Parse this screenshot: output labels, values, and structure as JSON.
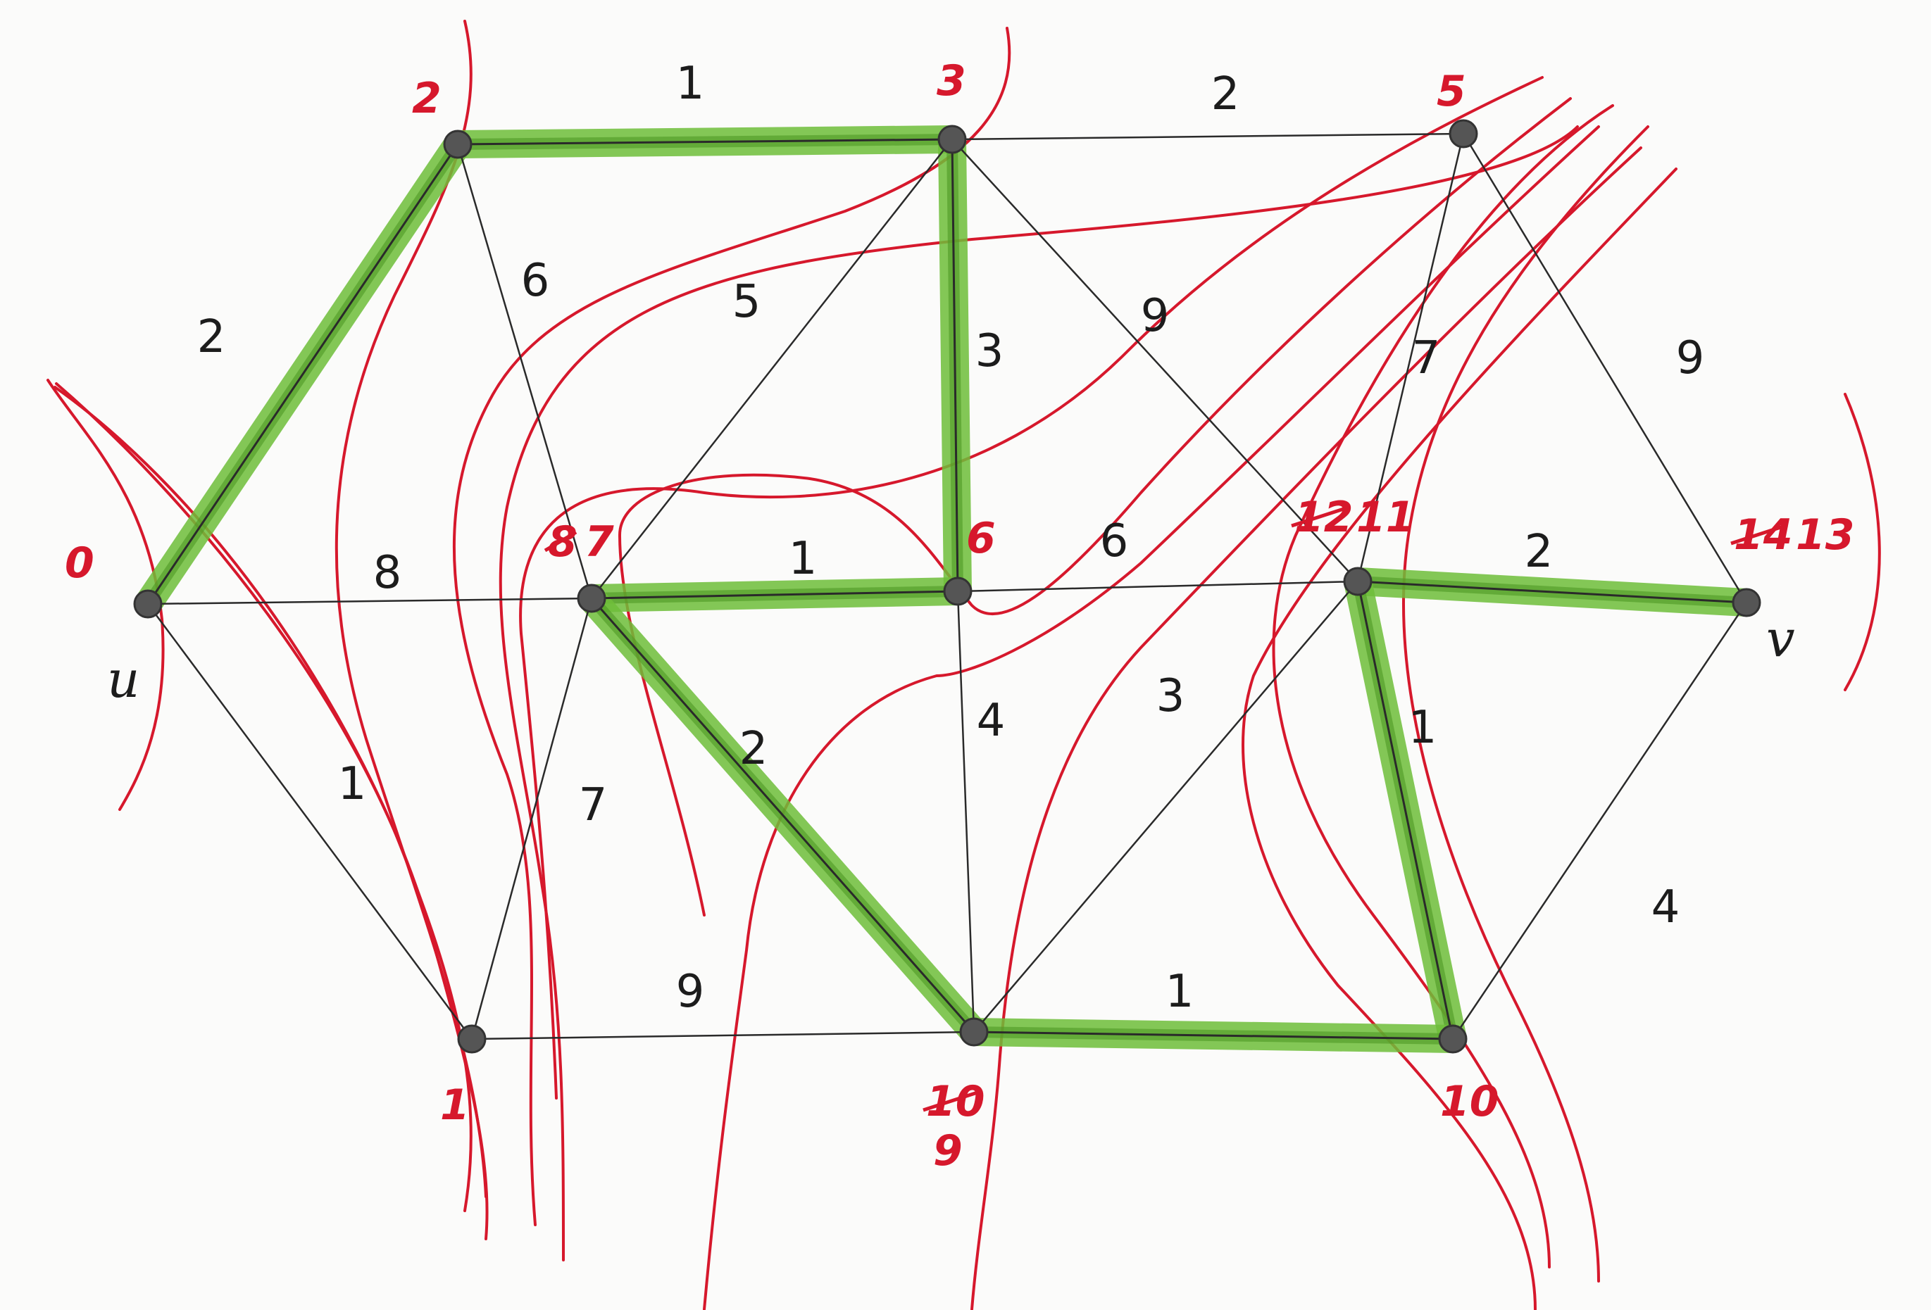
{
  "colors": {
    "edge": "#2a2a2a",
    "highlight": "#6fbe3a",
    "highlight_dark": "#4f9a25",
    "annotation": "#d6182c",
    "node": "#555555"
  },
  "endpoints": {
    "source": "u",
    "sink": "v"
  },
  "nodes": [
    {
      "id": "n0",
      "label": "0",
      "struck": ""
    },
    {
      "id": "n2",
      "label": "2",
      "struck": ""
    },
    {
      "id": "n3",
      "label": "3",
      "struck": ""
    },
    {
      "id": "n5",
      "label": "5",
      "struck": ""
    },
    {
      "id": "n7",
      "label": "7",
      "struck": "8"
    },
    {
      "id": "n6",
      "label": "6",
      "struck": ""
    },
    {
      "id": "n11",
      "label": "11",
      "struck": "12"
    },
    {
      "id": "n13",
      "label": "13",
      "struck": "14"
    },
    {
      "id": "n1",
      "label": "1",
      "struck": ""
    },
    {
      "id": "n9",
      "label": "9",
      "struck": "10"
    },
    {
      "id": "n10",
      "label": "10",
      "struck": ""
    }
  ],
  "edges": [
    {
      "from": "n0",
      "to": "n2",
      "weight": "2",
      "highlighted": true
    },
    {
      "from": "n2",
      "to": "n3",
      "weight": "1",
      "highlighted": true
    },
    {
      "from": "n3",
      "to": "n5",
      "weight": "2",
      "highlighted": false
    },
    {
      "from": "n2",
      "to": "n7",
      "weight": "6",
      "highlighted": false
    },
    {
      "from": "n3",
      "to": "n7",
      "weight": "5",
      "highlighted": false
    },
    {
      "from": "n3",
      "to": "n6",
      "weight": "3",
      "highlighted": true
    },
    {
      "from": "n3",
      "to": "n11",
      "weight": "9",
      "highlighted": false
    },
    {
      "from": "n5",
      "to": "n11",
      "weight": "7",
      "highlighted": false
    },
    {
      "from": "n5",
      "to": "n13",
      "weight": "9",
      "highlighted": false
    },
    {
      "from": "n0",
      "to": "n7",
      "weight": "8",
      "highlighted": false
    },
    {
      "from": "n7",
      "to": "n6",
      "weight": "1",
      "highlighted": true
    },
    {
      "from": "n6",
      "to": "n11",
      "weight": "6",
      "highlighted": false
    },
    {
      "from": "n11",
      "to": "n13",
      "weight": "2",
      "highlighted": true
    },
    {
      "from": "n0",
      "to": "n1",
      "weight": "1",
      "highlighted": false
    },
    {
      "from": "n1",
      "to": "n7",
      "weight": "7",
      "highlighted": false
    },
    {
      "from": "n7",
      "to": "n9",
      "weight": "2",
      "highlighted": true
    },
    {
      "from": "n6",
      "to": "n9",
      "weight": "4",
      "highlighted": false
    },
    {
      "from": "n9",
      "to": "n11",
      "weight": "3",
      "highlighted": false
    },
    {
      "from": "n11",
      "to": "n10",
      "weight": "1",
      "highlighted": true
    },
    {
      "from": "n1",
      "to": "n9",
      "weight": "9",
      "highlighted": false
    },
    {
      "from": "n9",
      "to": "n10",
      "weight": "1",
      "highlighted": true
    },
    {
      "from": "n13",
      "to": "n10",
      "weight": "4",
      "highlighted": false
    }
  ]
}
